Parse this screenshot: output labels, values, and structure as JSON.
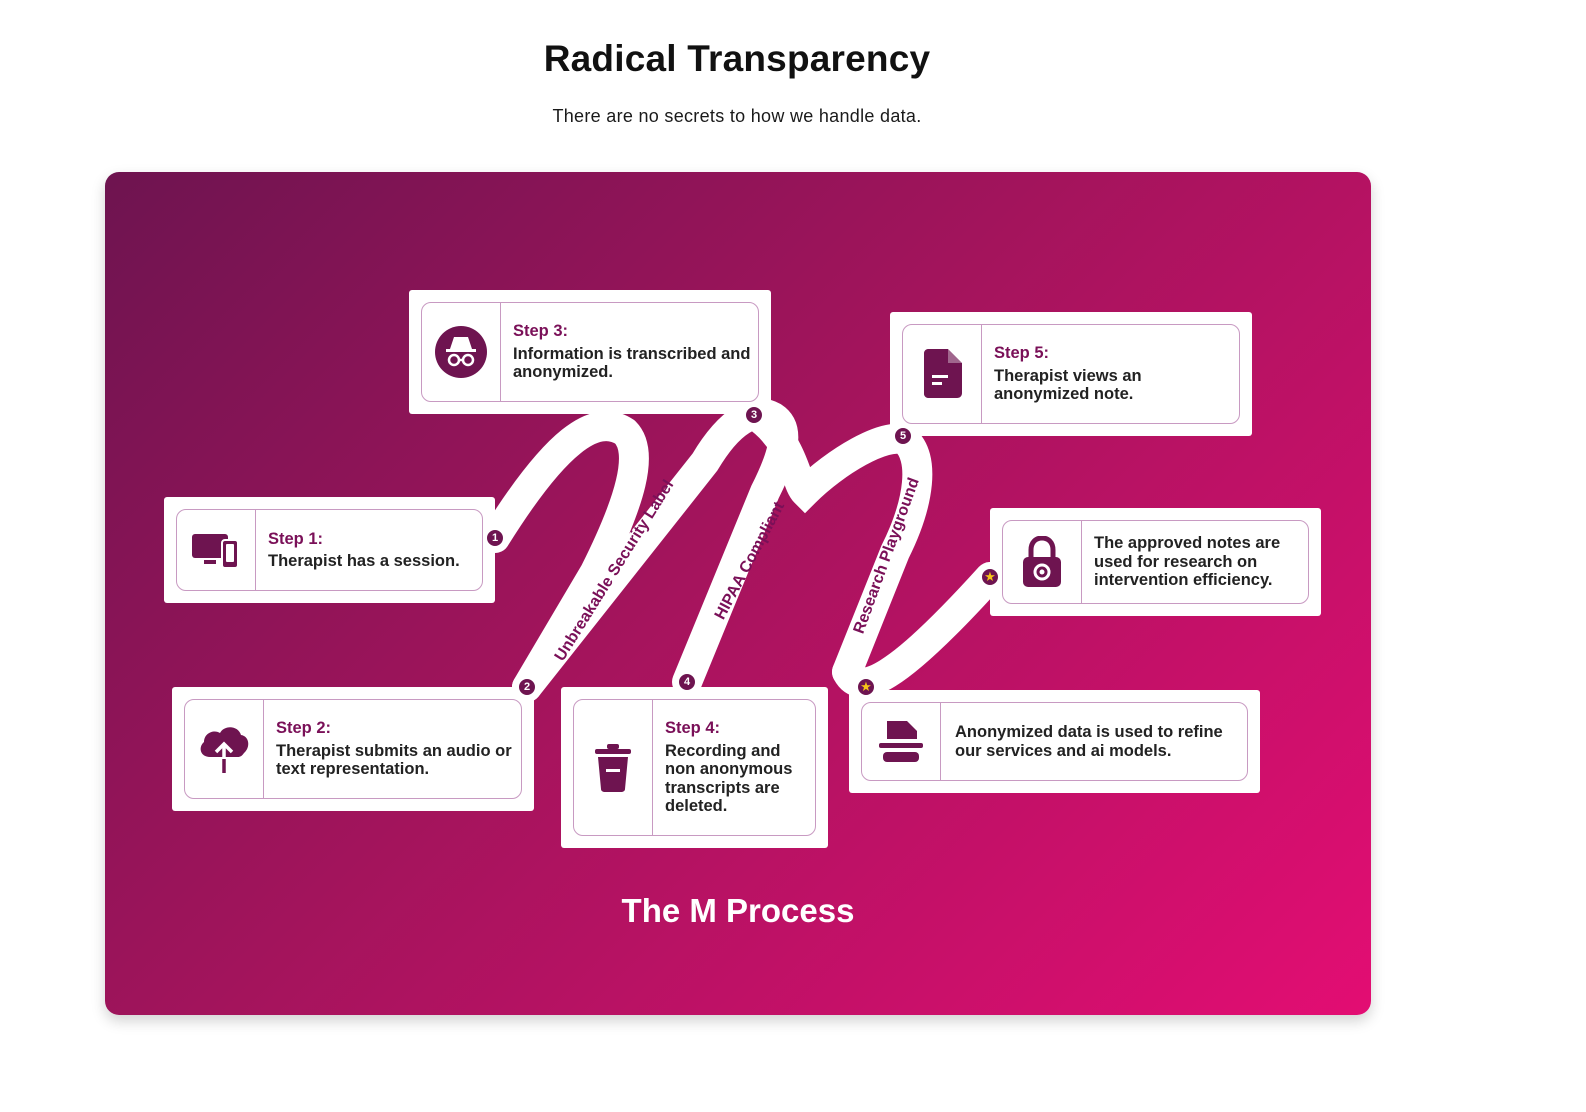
{
  "header": {
    "title": "Radical Transparency",
    "subtitle": "There are no secrets to how we handle data."
  },
  "diagram": {
    "title": "The M Process",
    "path_labels": {
      "security": "Unbreakable Security Label",
      "hipaa": "HIPAA Compliant",
      "research": "Research Playground"
    },
    "steps": [
      {
        "step": "Step 1:",
        "text": "Therapist has a session.",
        "icon": "devices-icon",
        "marker": "1"
      },
      {
        "step": "Step 2:",
        "text": "Therapist submits an audio or text representation.",
        "icon": "cloud-upload-icon",
        "marker": "2"
      },
      {
        "step": "Step 3:",
        "text": "Information is transcribed and anonymized.",
        "icon": "incognito-icon",
        "marker": "3"
      },
      {
        "step": "Step 4:",
        "text": "Recording and non anonymous transcripts are deleted.",
        "icon": "trash-icon",
        "marker": "4"
      },
      {
        "step": "Step 5:",
        "text": "Therapist views an anonymized note.",
        "icon": "document-icon",
        "marker": "5"
      }
    ],
    "extras": [
      {
        "text": "The approved notes are used for research on intervention efficiency.",
        "icon": "lock-icon",
        "marker": "★"
      },
      {
        "text": "Anonymized data is used to refine our services and ai models.",
        "icon": "file-stack-icon",
        "marker": "★"
      }
    ]
  },
  "colors": {
    "gradient_start": "#6e1450",
    "gradient_end": "#e30d73",
    "accent": "#7a1058",
    "star": "#f5c518"
  }
}
